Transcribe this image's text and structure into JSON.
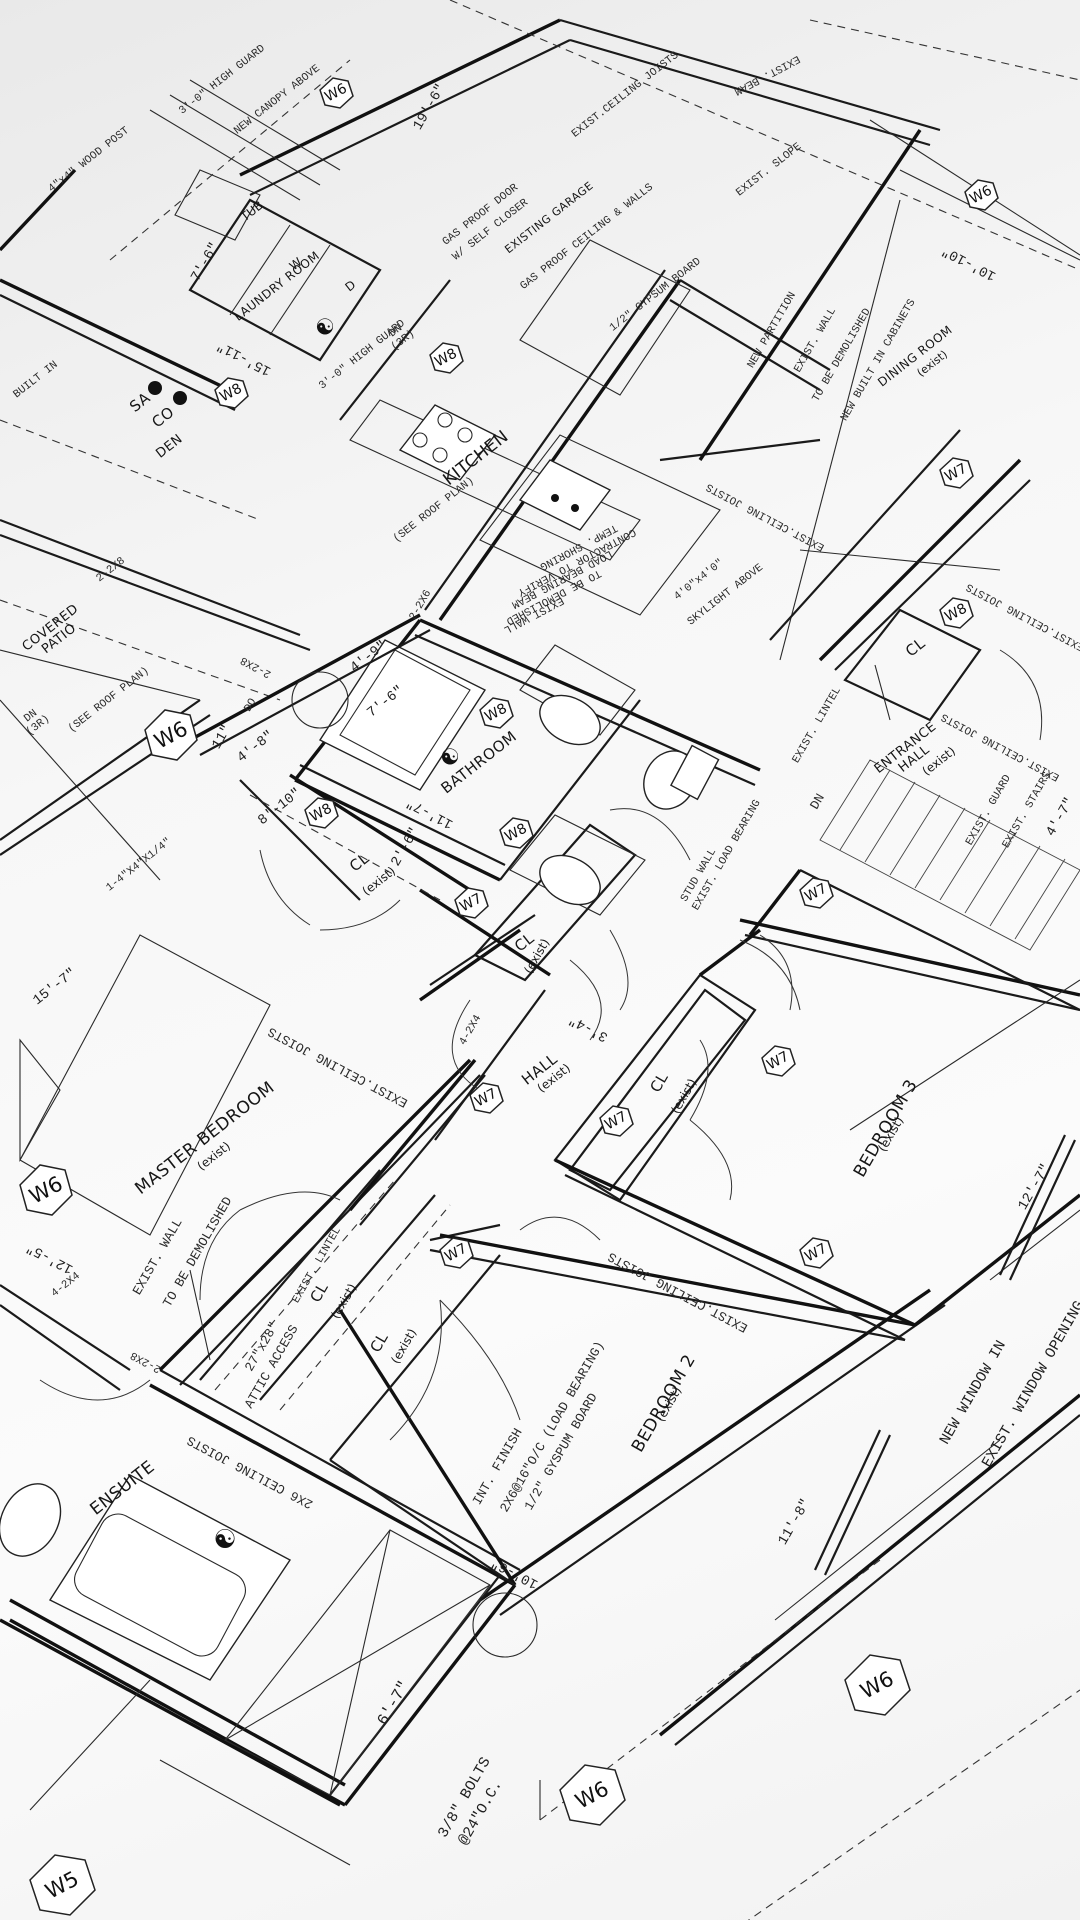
{
  "rooms": {
    "kitchen": "KITCHEN",
    "bathroom": "BATHROOM",
    "laundry": "LAUNDRY ROOM",
    "den": "DEN",
    "covered_patio": "COVERED PATIO",
    "dining": "DINING ROOM",
    "dining_sub": "(exist)",
    "existing_garage": "EXISTING GARAGE",
    "entrance_hall": "ENTRANCE HALL",
    "entrance_hall_sub": "(exist)",
    "master_bedroom": "MASTER BEDROOM",
    "master_bedroom_sub": "(exist)",
    "hall": "HALL",
    "hall_sub": "(exist)",
    "bedroom3": "BEDROOM 3",
    "bedroom3_sub": "(exist)",
    "bedroom2": "BEDROOM 2",
    "bedroom2_sub": "(exist)",
    "ensuite": "ENSUITE",
    "closet": "CL",
    "closet_sub": "(exist)"
  },
  "fixtures": {
    "tub": "TUB",
    "washer": "W",
    "dryer": "D",
    "smoke_alarm": "SA",
    "co_alarm": "CO"
  },
  "notes": {
    "new_window_in": "NEW WINDOW IN",
    "exist_window_opening": "EXIST. WINDOW OPENING",
    "bolts": "3/8\" BOLTS",
    "bolts_spacing": "@24\"O.C.",
    "int_finish": "INT. FINISH",
    "int_finish_2": "2X6@16\"O/C (LOAD BEARING)",
    "int_finish_3": "1/2\" GYSPUM BOARD",
    "ensuite_joists": "2X6 CEILING JOISTS",
    "bed2_joists": "EXIST.CEILING JOISTS",
    "master_joists": "EXIST.CEILING JOISTS",
    "exist_wall_demo": "EXIST. WALL",
    "exist_wall_demo_2": "TO BE DEMOLISHED",
    "attic_access": "27\"x28\"",
    "attic_access_2": "ATTIC ACCESS",
    "exist_lintel": "EXIST. LINTEL",
    "load_bearing_wall": "EXIST. LOAD BEARING",
    "load_bearing_wall_2": "STUD WALL",
    "exist_guard": "EXIST. GUARD",
    "exist_stairs": "EXIST. STAIRS",
    "stair_dn": "DN",
    "skylight_1": "4'0\"x4'0\"",
    "skylight_2": "SKYLIGHT ABOVE",
    "demo_wall_1": "EXIST WALL",
    "demo_wall_2": "TO BE DEMOLISHED",
    "demo_wall_3": "LOAD BEARING BEAM",
    "demo_wall_4": "CONTRACTOR TO VERIFY",
    "demo_wall_5": "TEMP. SHORING",
    "see_roof_plan": "(SEE ROOF PLAN)",
    "see_roof_plan_2": "(SEE ROOF PLAN)",
    "exist_ceiling_joists_top": "EXIST.CEILING JOISTS",
    "exist_ceiling_joists_right": "EXIST.CEILING JOISTS",
    "exist_ceiling_joists_dining": "EXIST.CEILING JOISTS",
    "exist_ceiling_joists_entrance": "EXIST.CEILING JOISTS",
    "high_guard": "3'-0\" HIGH GUARD",
    "high_guard_2": "3'-0\" HIGH GUARD",
    "dn_3r": "DN (3R)",
    "dn_3r_2": "DN (3R)",
    "new_partition": "NEW PARTITION",
    "exist_wall_dining": "EXIST. WALL",
    "exist_wall_dining_2": "TO BE DEMOLISHED",
    "new_built_in": "NEW BUILT IN CABINETS",
    "garage_ceiling": "GAS PROOF CEILING & WALLS",
    "gypsum_board": "1/2\" GYPSUM BOARD",
    "gas_proof_door": "GAS PROOF DOOR",
    "gas_proof_door_2": "W/ SELF CLOSER",
    "exist_slope": "EXIST. SLOPE",
    "exist_beam": "EXIST. BEAM",
    "new_canopy": "NEW CANOPY ABOVE",
    "built_in": "BUILT IN",
    "lumber_4x4": "4\"x4\" WOOD POST",
    "lumber_2x8": "2-2X8",
    "lumber_2x6": "2-2X6",
    "lumber_2x4": "4-2X4",
    "lumber_2x4_b": "4-2X4",
    "lumber_2x8_b": "2-2X8",
    "lumber_2x8_c": "2-2X8",
    "lumber_4x4_b": "1-4\"X4\"X1/4\"",
    "do": "DO"
  },
  "dimensions": {
    "d_11_8": "11'-8\"",
    "d_12_7": "12'-7\"",
    "d_10_6": "10'-6\"",
    "d_6_7": "6'-7\"",
    "d_3_4": "3'-4\"",
    "d_4_7": "4'-7\"",
    "d_7_6": "7'-6\"",
    "d_4_9": "4'-9\"",
    "d_4_8": "4'-8\"",
    "d_8_10": "8'-10\"",
    "d_11_7": "11'-7\"",
    "d_2_6": "2'-6\"",
    "d_12_5": "12'-5\"",
    "d_15_7": "15'-7\"",
    "d_11": "11\"",
    "d_15_11": "15'-11\"",
    "d_7_6b": "7'-6\"",
    "d_19_6": "19'-6\"",
    "d_10_10": "10'-10\""
  },
  "window_tags": {
    "w5": "W5",
    "w6": "W6",
    "w7": "W7",
    "w8": "W8"
  }
}
